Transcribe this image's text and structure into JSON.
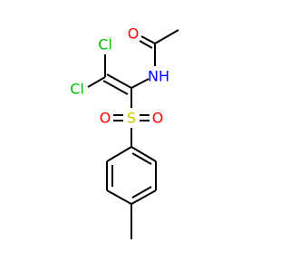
{
  "molecule": {
    "atoms": {
      "oxygen_carbonyl": {
        "label": "O",
        "color": "#ff0000"
      },
      "nitrogen_amide": {
        "label": "NH",
        "color": "#0000ff"
      },
      "chlorine_top": {
        "label": "Cl",
        "color": "#00c000"
      },
      "chlorine_left": {
        "label": "Cl",
        "color": "#00c000"
      },
      "sulfur": {
        "label": "S",
        "color": "#c8c800"
      },
      "oxygen_sulfonyl_left": {
        "label": "O",
        "color": "#ff0000"
      },
      "oxygen_sulfonyl_right": {
        "label": "O",
        "color": "#ff0000"
      }
    },
    "bond_color": "#000000"
  }
}
